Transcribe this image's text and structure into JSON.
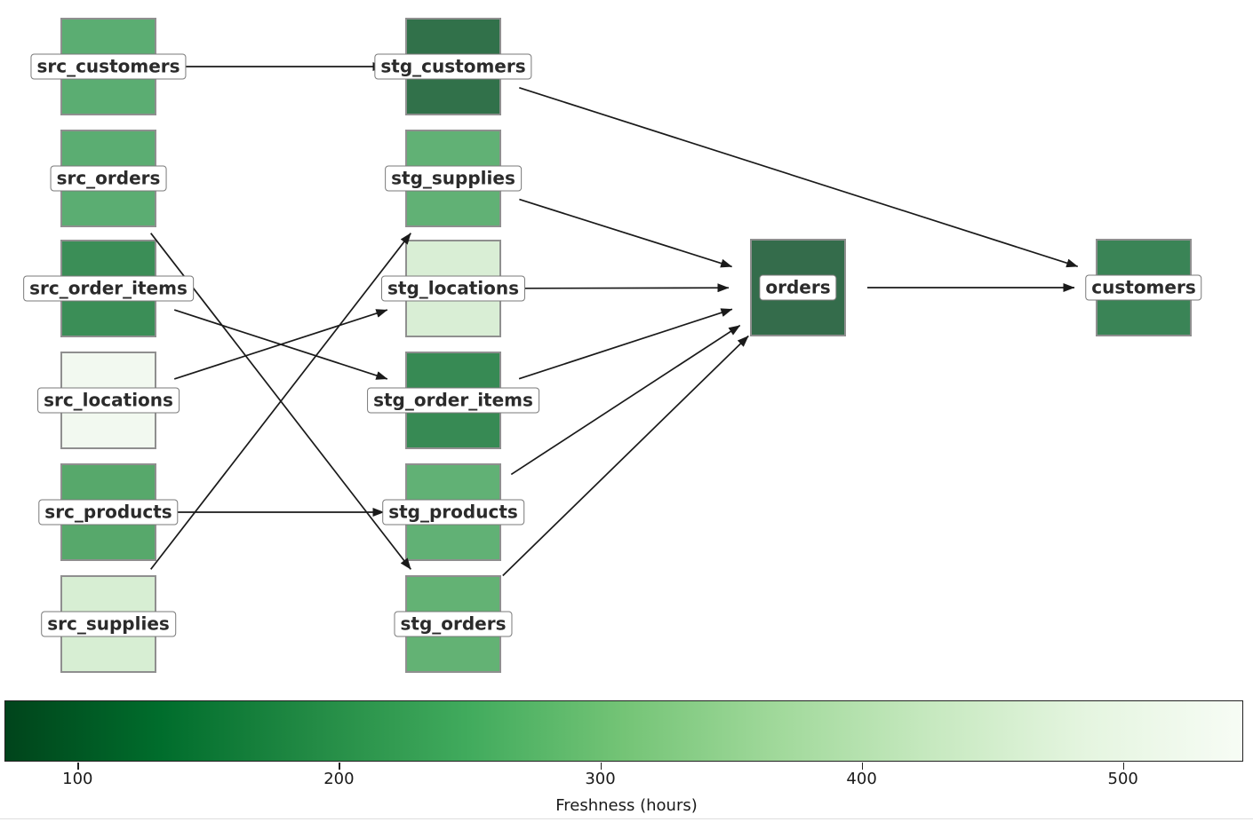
{
  "diagram": {
    "nodes": [
      {
        "id": "src_customers",
        "label": "src_customers",
        "color": "#5bad72",
        "col": 0,
        "row": 0
      },
      {
        "id": "src_orders",
        "label": "src_orders",
        "color": "#5bad72",
        "col": 0,
        "row": 1
      },
      {
        "id": "src_order_items",
        "label": "src_order_items",
        "color": "#3b8e57",
        "col": 0,
        "row": 2
      },
      {
        "id": "src_locations",
        "label": "src_locations",
        "color": "#f2f9f0",
        "col": 0,
        "row": 3
      },
      {
        "id": "src_products",
        "label": "src_products",
        "color": "#57a86b",
        "col": 0,
        "row": 4
      },
      {
        "id": "src_supplies",
        "label": "src_supplies",
        "color": "#d7eed3",
        "col": 0,
        "row": 5
      },
      {
        "id": "stg_customers",
        "label": "stg_customers",
        "color": "#31714a",
        "col": 1,
        "row": 0
      },
      {
        "id": "stg_supplies",
        "label": "stg_supplies",
        "color": "#61b175",
        "col": 1,
        "row": 1
      },
      {
        "id": "stg_locations",
        "label": "stg_locations",
        "color": "#d9eed5",
        "col": 1,
        "row": 2
      },
      {
        "id": "stg_order_items",
        "label": "stg_order_items",
        "color": "#378a54",
        "col": 1,
        "row": 3
      },
      {
        "id": "stg_products",
        "label": "stg_products",
        "color": "#61b175",
        "col": 1,
        "row": 4
      },
      {
        "id": "stg_orders",
        "label": "stg_orders",
        "color": "#63b274",
        "col": 1,
        "row": 5
      },
      {
        "id": "orders",
        "label": "orders",
        "color": "#346c4b",
        "col": 2,
        "row": null
      },
      {
        "id": "customers",
        "label": "customers",
        "color": "#3a8456",
        "col": 3,
        "row": null
      }
    ],
    "edges": [
      {
        "from": "src_customers",
        "to": "stg_customers"
      },
      {
        "from": "src_orders",
        "to": "stg_orders"
      },
      {
        "from": "src_order_items",
        "to": "stg_order_items"
      },
      {
        "from": "src_locations",
        "to": "stg_locations"
      },
      {
        "from": "src_products",
        "to": "stg_products"
      },
      {
        "from": "src_supplies",
        "to": "stg_supplies"
      },
      {
        "from": "stg_customers",
        "to": "customers"
      },
      {
        "from": "stg_supplies",
        "to": "orders"
      },
      {
        "from": "stg_locations",
        "to": "orders"
      },
      {
        "from": "stg_order_items",
        "to": "orders"
      },
      {
        "from": "stg_products",
        "to": "orders"
      },
      {
        "from": "stg_orders",
        "to": "orders"
      },
      {
        "from": "orders",
        "to": "customers"
      }
    ],
    "edge_color": "#1a1a1a",
    "node_border_color": "#8f8f8f",
    "label_text_color": "#2b2b2b"
  },
  "colorbar": {
    "label": "Freshness (hours)",
    "ticks": [
      {
        "value": 100,
        "label": "100"
      },
      {
        "value": 200,
        "label": "200"
      },
      {
        "value": 300,
        "label": "300"
      },
      {
        "value": 400,
        "label": "400"
      },
      {
        "value": 500,
        "label": "500"
      }
    ],
    "gradient": [
      "#00441b",
      "#006d2c",
      "#238b45",
      "#41ab5d",
      "#74c476",
      "#a1d99b",
      "#c7e9c0",
      "#e5f5e0",
      "#f7fcf5"
    ]
  }
}
